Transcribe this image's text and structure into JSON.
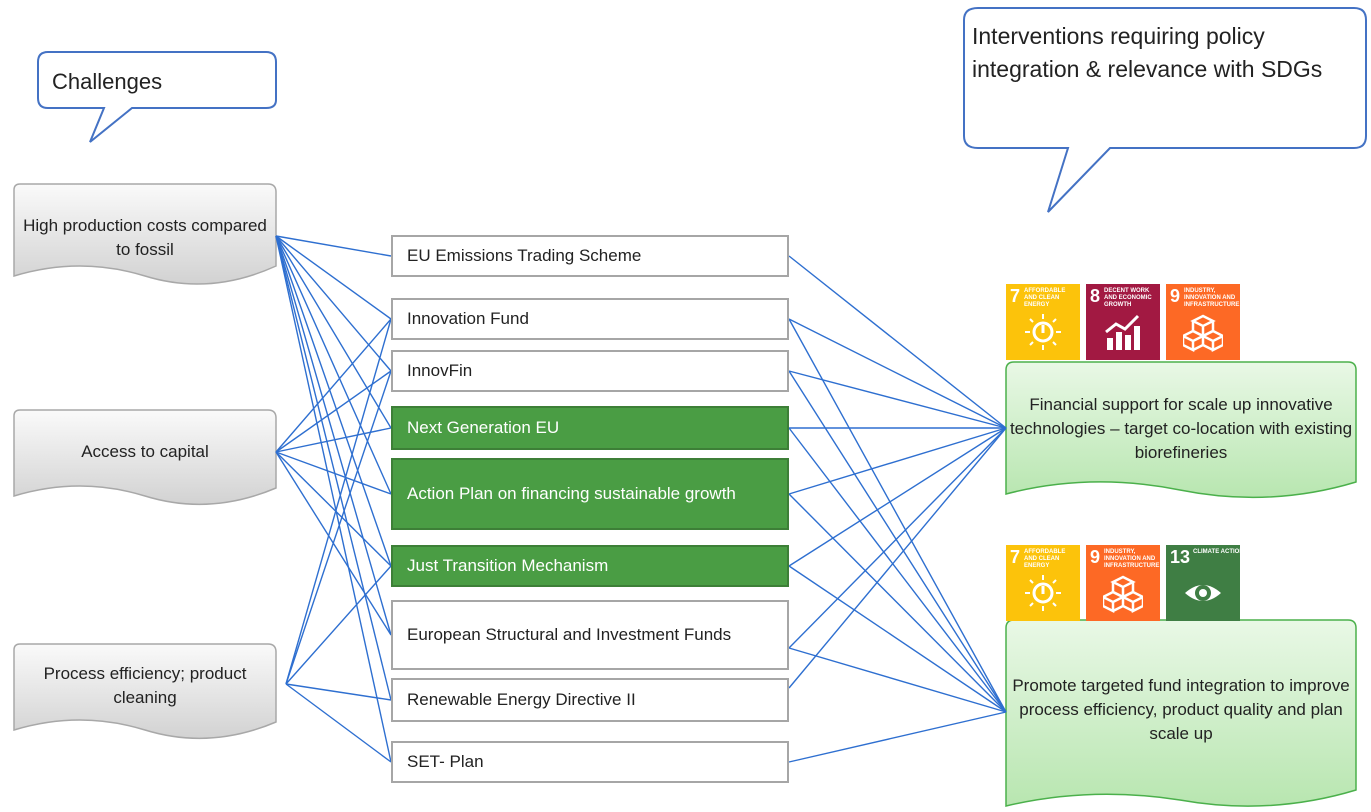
{
  "callouts": {
    "left": "Challenges",
    "right": "Interventions requiring policy integration & relevance with SDGs"
  },
  "challenges": [
    "High production costs compared to fossil",
    "Access to capital",
    "Process efficiency; product cleaning"
  ],
  "policies": [
    {
      "label": "EU Emissions Trading Scheme",
      "highlight": false
    },
    {
      "label": "Innovation Fund",
      "highlight": false
    },
    {
      "label": "InnovFin",
      "highlight": false
    },
    {
      "label": "Next Generation EU",
      "highlight": true
    },
    {
      "label": "Action Plan on financing sustainable growth",
      "highlight": true
    },
    {
      "label": "Just Transition Mechanism",
      "highlight": true
    },
    {
      "label": "European Structural and Investment Funds",
      "highlight": false
    },
    {
      "label": "Renewable Energy Directive II",
      "highlight": false
    },
    {
      "label": "SET- Plan",
      "highlight": false
    }
  ],
  "interventions": [
    "Financial support for scale up innovative technologies – target co-location with existing biorefineries",
    "Promote targeted fund integration to improve process efficiency, product quality and plan scale up"
  ],
  "sdg_groups": [
    [
      {
        "number": "7",
        "label": "AFFORDABLE AND CLEAN ENERGY",
        "color": "#fcc30b",
        "icon": "sun-power-icon"
      },
      {
        "number": "8",
        "label": "DECENT WORK AND ECONOMIC GROWTH",
        "color": "#a21942",
        "icon": "growth-chart-icon"
      },
      {
        "number": "9",
        "label": "INDUSTRY, INNOVATION AND INFRASTRUCTURE",
        "color": "#fd6925",
        "icon": "cubes-icon"
      }
    ],
    [
      {
        "number": "7",
        "label": "AFFORDABLE AND CLEAN ENERGY",
        "color": "#fcc30b",
        "icon": "sun-power-icon"
      },
      {
        "number": "9",
        "label": "INDUSTRY, INNOVATION AND INFRASTRUCTURE",
        "color": "#fd6925",
        "icon": "cubes-icon"
      },
      {
        "number": "13",
        "label": "CLIMATE ACTION",
        "color": "#3f7e44",
        "icon": "eye-earth-icon"
      }
    ]
  ],
  "colors": {
    "connector": "#2e6fd0",
    "policy_highlight": "#4a9d44",
    "intervention_fill": "#cdeec8",
    "intervention_border": "#4bb04b",
    "callout_border": "#4472c4"
  }
}
